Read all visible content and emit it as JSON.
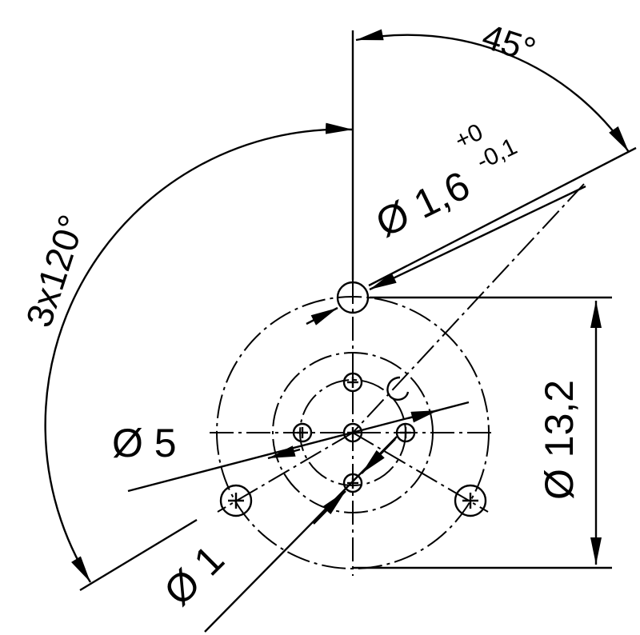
{
  "diagram": {
    "type": "technical-drawing",
    "labels": {
      "angle_45": "45°",
      "angle_3x120": "3x120°",
      "hole_dia_main": "Ø 1,6",
      "tol_upper": "+0",
      "tol_lower": "-0,1",
      "bolt_circle_outer": "Ø 13,2",
      "bolt_circle_inner": "Ø 5",
      "pin_dia": "Ø 1"
    },
    "colors": {
      "stroke": "#000000",
      "background": "#ffffff"
    }
  }
}
